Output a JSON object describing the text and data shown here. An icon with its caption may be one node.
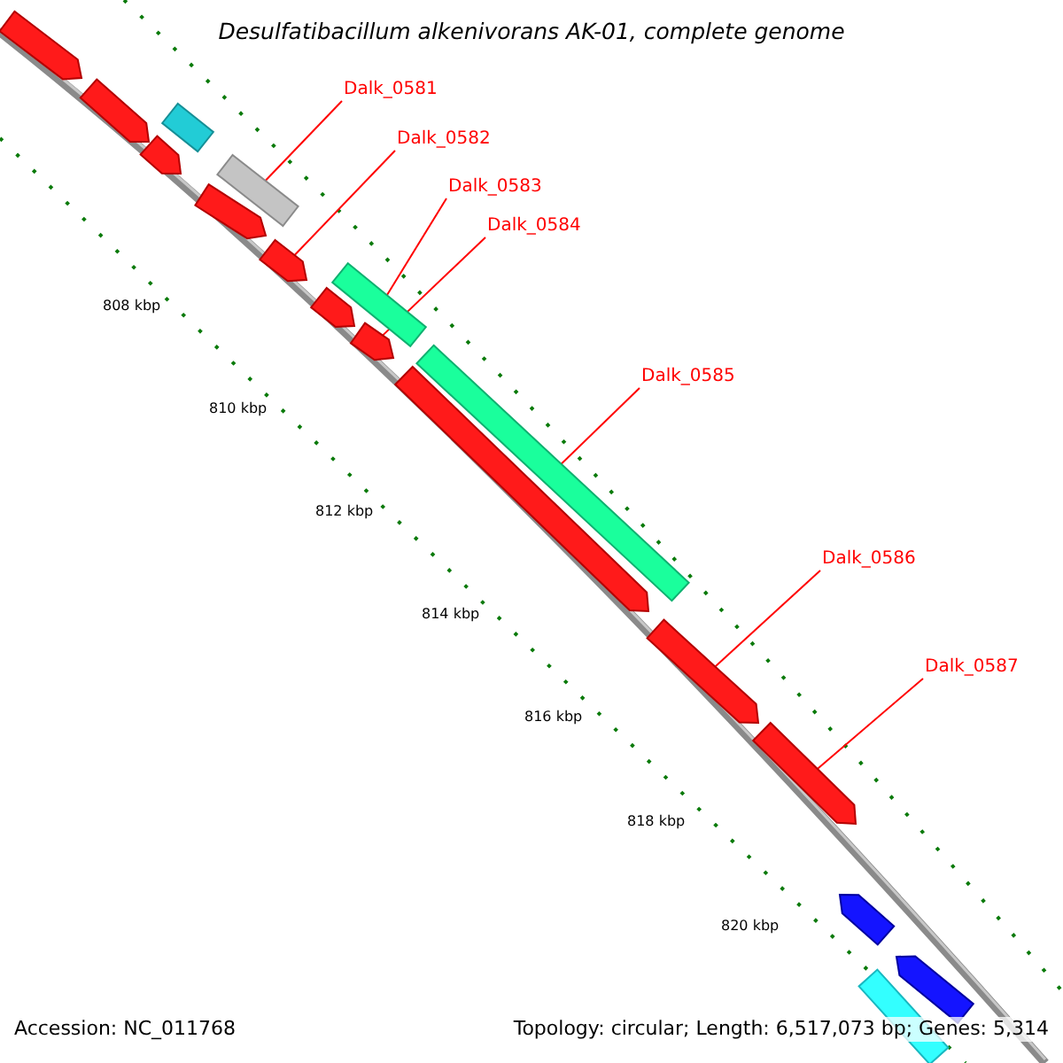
{
  "diagram": {
    "title": "Desulfatibacillum alkenivorans AK-01, complete genome",
    "nodes": [
      {
        "text": [
          "Dalk_0581"
        ]
      },
      {
        "text": [
          "Dalk_0582"
        ]
      },
      {
        "text": [
          "Dalk_0583"
        ]
      },
      {
        "text": [
          "Dalk_0584"
        ]
      },
      {
        "text": [
          "Dalk_0585"
        ]
      },
      {
        "text": [
          "Dalk_0586"
        ]
      },
      {
        "text": [
          "Dalk_0587"
        ]
      },
      {
        "text": [],
        "shape": "bar"
      },
      {
        "text": [],
        "shape": "bar"
      },
      {
        "text": [],
        "shape": "bar"
      },
      {
        "text": [],
        "shape": "bar"
      },
      {
        "text": [],
        "shape": "bar"
      },
      {
        "text": [],
        "shape": "bar"
      },
      {
        "text": [],
        "shape": "bar"
      },
      {
        "text": [],
        "shape": "bar"
      },
      {
        "text": [],
        "shape": "bar"
      },
      {
        "text": [],
        "shape": "bar"
      },
      {
        "text": [],
        "shape": "bar"
      },
      {
        "text": [],
        "shape": "bar"
      },
      {
        "text": [],
        "shape": "bar"
      },
      {
        "text": [],
        "shape": "bar"
      },
      {
        "text": [],
        "shape": "bar"
      },
      {
        "text": [],
        "shape": "bar"
      },
      {
        "text": [],
        "shape": "bar"
      }
    ],
    "edges": [
      {
        "from": 0,
        "to": 7,
        "arrow": "none"
      },
      {
        "from": 1,
        "to": 8,
        "arrow": "none"
      },
      {
        "from": 2,
        "to": 9,
        "arrow": "none"
      },
      {
        "from": 3,
        "to": 10,
        "arrow": "none"
      },
      {
        "from": 4,
        "to": 11,
        "arrow": "none"
      },
      {
        "from": 5,
        "to": 12,
        "arrow": "none"
      },
      {
        "from": 6,
        "to": 13,
        "arrow": "none"
      }
    ],
    "labels": [
      "808 kbp",
      "810 kbp",
      "812 kbp",
      "814 kbp",
      "816 kbp",
      "818 kbp",
      "820 kbp",
      "Accession: NC_011768",
      "Topology: circular; Length: 6,517,073 bp; Genes: 5,314"
    ]
  }
}
